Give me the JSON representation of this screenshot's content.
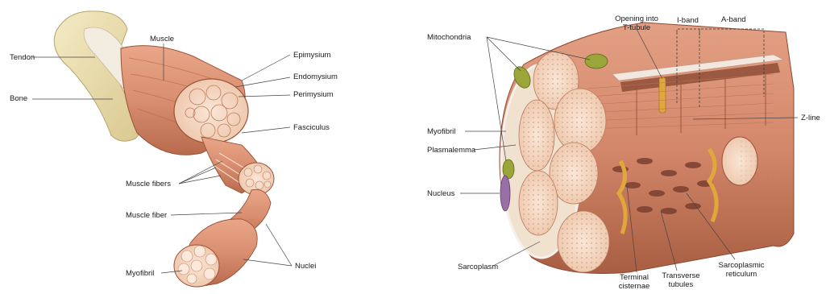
{
  "left_panel": {
    "labels": {
      "tendon": "Tendon",
      "bone": "Bone",
      "muscle": "Muscle",
      "epimysium": "Epimysium",
      "endomysium": "Endomysium",
      "perimysium": "Perimysium",
      "fasciculus": "Fasciculus",
      "muscle_fibers": "Muscle fibers",
      "muscle_fiber": "Muscle fiber",
      "myofibril": "Myofibril",
      "nuclei": "Nuclei"
    }
  },
  "right_panel": {
    "labels": {
      "mitochondria": "Mitochondria",
      "opening_line1": "Opening into",
      "opening_line2": "T-tubule",
      "i_band": "I-band",
      "a_band": "A-band",
      "z_line": "Z-line",
      "myofibril": "Myofibril",
      "plasmalemma": "Plasmalemma",
      "nucleus": "Nucleus",
      "sarcoplasm": "Sarcoplasm",
      "terminal_line1": "Terminal",
      "terminal_line2": "cisternae",
      "transverse_line1": "Transverse",
      "transverse_line2": "tubules",
      "sarcoplasmic_line1": "Sarcoplasmic",
      "sarcoplasmic_line2": "reticulum"
    }
  },
  "colors": {
    "muscle": "#d98e70",
    "muscle_dark": "#b86a4d",
    "bone": "#ece0b0",
    "fiber_end": "#f5d8c4",
    "mitochondria": "#9aa63a",
    "nucleus": "#9a6fa6",
    "tubule": "#e0a83a"
  }
}
